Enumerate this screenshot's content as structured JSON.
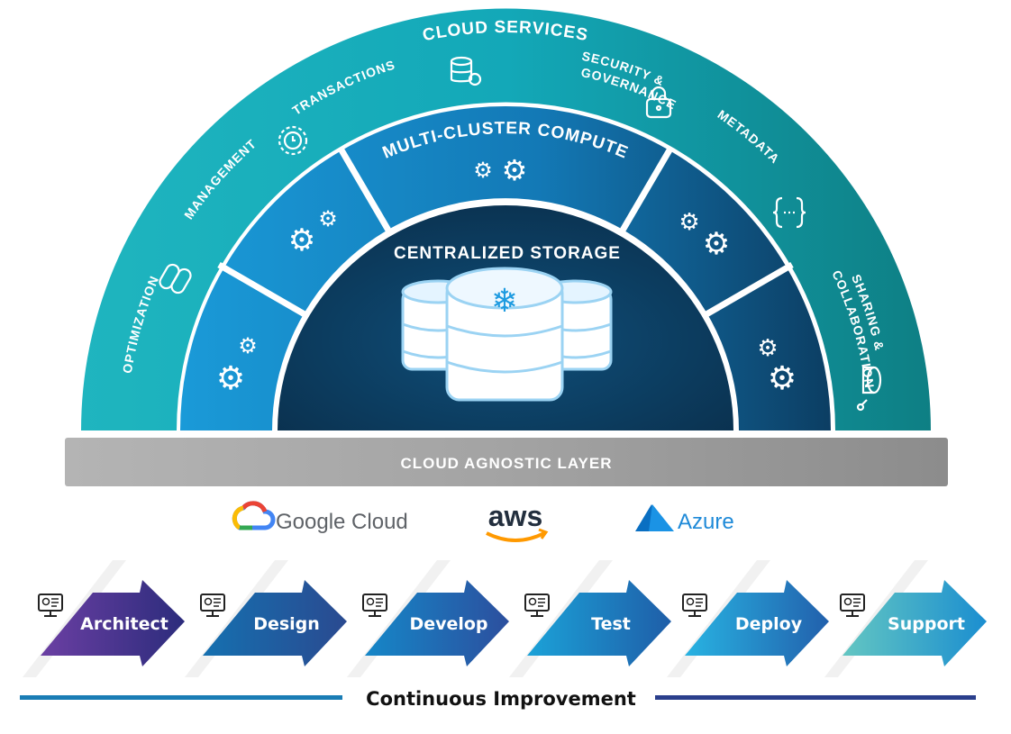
{
  "diagram": {
    "cloud_services": {
      "title": "CLOUD SERVICES",
      "items": [
        {
          "label": "OPTIMIZATION",
          "icon": "toggle-icon"
        },
        {
          "label": "MANAGEMENT",
          "icon": "clock-gear-icon"
        },
        {
          "label": "TRANSACTIONS",
          "icon": "database-sync-icon"
        },
        {
          "label": "SECURITY &",
          "label2": "GOVERNANCE",
          "icon": "lock-icon"
        },
        {
          "label": "METADATA",
          "icon": "braces-icon"
        },
        {
          "label": "SHARING &",
          "label2": "COLLABORATION",
          "icon": "database-share-icon"
        }
      ]
    },
    "compute": {
      "title": "MULTI-CLUSTER COMPUTE",
      "icon": "gears-icon"
    },
    "storage": {
      "title": "CENTRALIZED STORAGE",
      "icon": "snowflake-database-icon"
    },
    "layer": {
      "title": "CLOUD AGNOSTIC LAYER"
    },
    "providers": [
      {
        "name": "Google Cloud"
      },
      {
        "name": "aws"
      },
      {
        "name": "Azure"
      }
    ],
    "steps": [
      {
        "label": "Architect",
        "icon": "monitor-gear-icon",
        "from": "#6b3fa3",
        "to": "#2c2c7c"
      },
      {
        "label": "Design",
        "icon": "monitor-chart-icon",
        "from": "#1570b0",
        "to": "#2a4a90"
      },
      {
        "label": "Develop",
        "icon": "monitor-code-icon",
        "from": "#1587c8",
        "to": "#2c4f9e"
      },
      {
        "label": "Test",
        "icon": "document-check-icon",
        "from": "#1ba2d8",
        "to": "#1f5ea8"
      },
      {
        "label": "Deploy",
        "icon": "laptop-rocket-icon",
        "from": "#28b3e2",
        "to": "#2260ac"
      },
      {
        "label": "Support",
        "icon": "monitor-support-icon",
        "from": "#63c6c2",
        "to": "#1b8ed0"
      }
    ],
    "footer": {
      "label": "Continuous Improvement"
    },
    "colors": {
      "outer": "#16a9b4",
      "compute": "#1a8fd0",
      "storage": "#0d3a5c",
      "layer": "#9a9a9a"
    }
  }
}
